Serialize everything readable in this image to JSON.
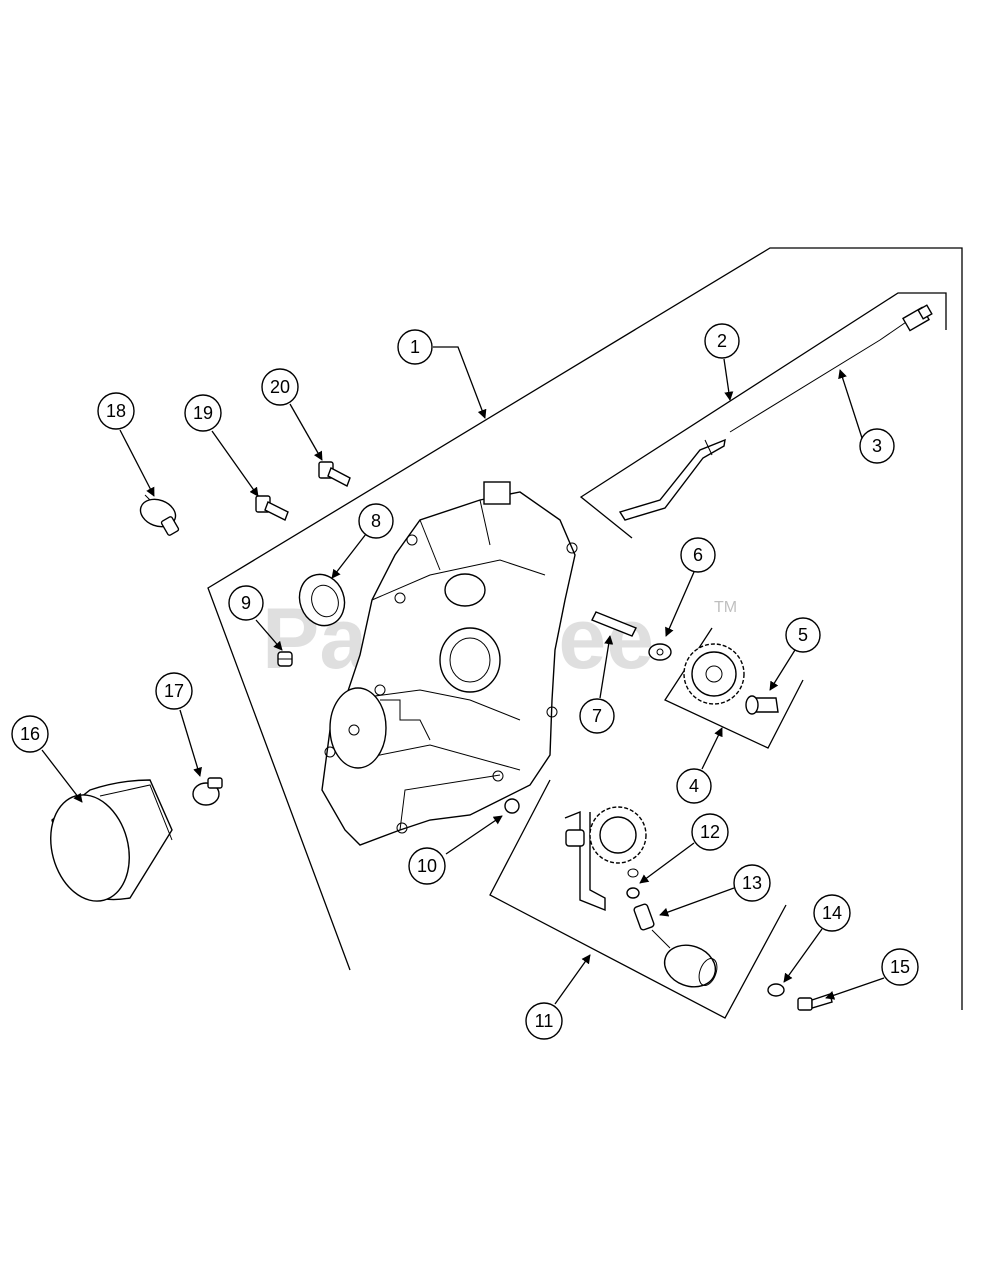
{
  "watermark": {
    "text": "PartsTree",
    "tm": "TM"
  },
  "callouts": [
    {
      "id": "1",
      "label": "1"
    },
    {
      "id": "2",
      "label": "2"
    },
    {
      "id": "3",
      "label": "3"
    },
    {
      "id": "4",
      "label": "4"
    },
    {
      "id": "5",
      "label": "5"
    },
    {
      "id": "6",
      "label": "6"
    },
    {
      "id": "7",
      "label": "7"
    },
    {
      "id": "8",
      "label": "8"
    },
    {
      "id": "9",
      "label": "9"
    },
    {
      "id": "10",
      "label": "10"
    },
    {
      "id": "11",
      "label": "11"
    },
    {
      "id": "12",
      "label": "12"
    },
    {
      "id": "13",
      "label": "13"
    },
    {
      "id": "14",
      "label": "14"
    },
    {
      "id": "15",
      "label": "15"
    },
    {
      "id": "16",
      "label": "16"
    },
    {
      "id": "17",
      "label": "17"
    },
    {
      "id": "18",
      "label": "18"
    },
    {
      "id": "19",
      "label": "19"
    },
    {
      "id": "20",
      "label": "20"
    }
  ]
}
